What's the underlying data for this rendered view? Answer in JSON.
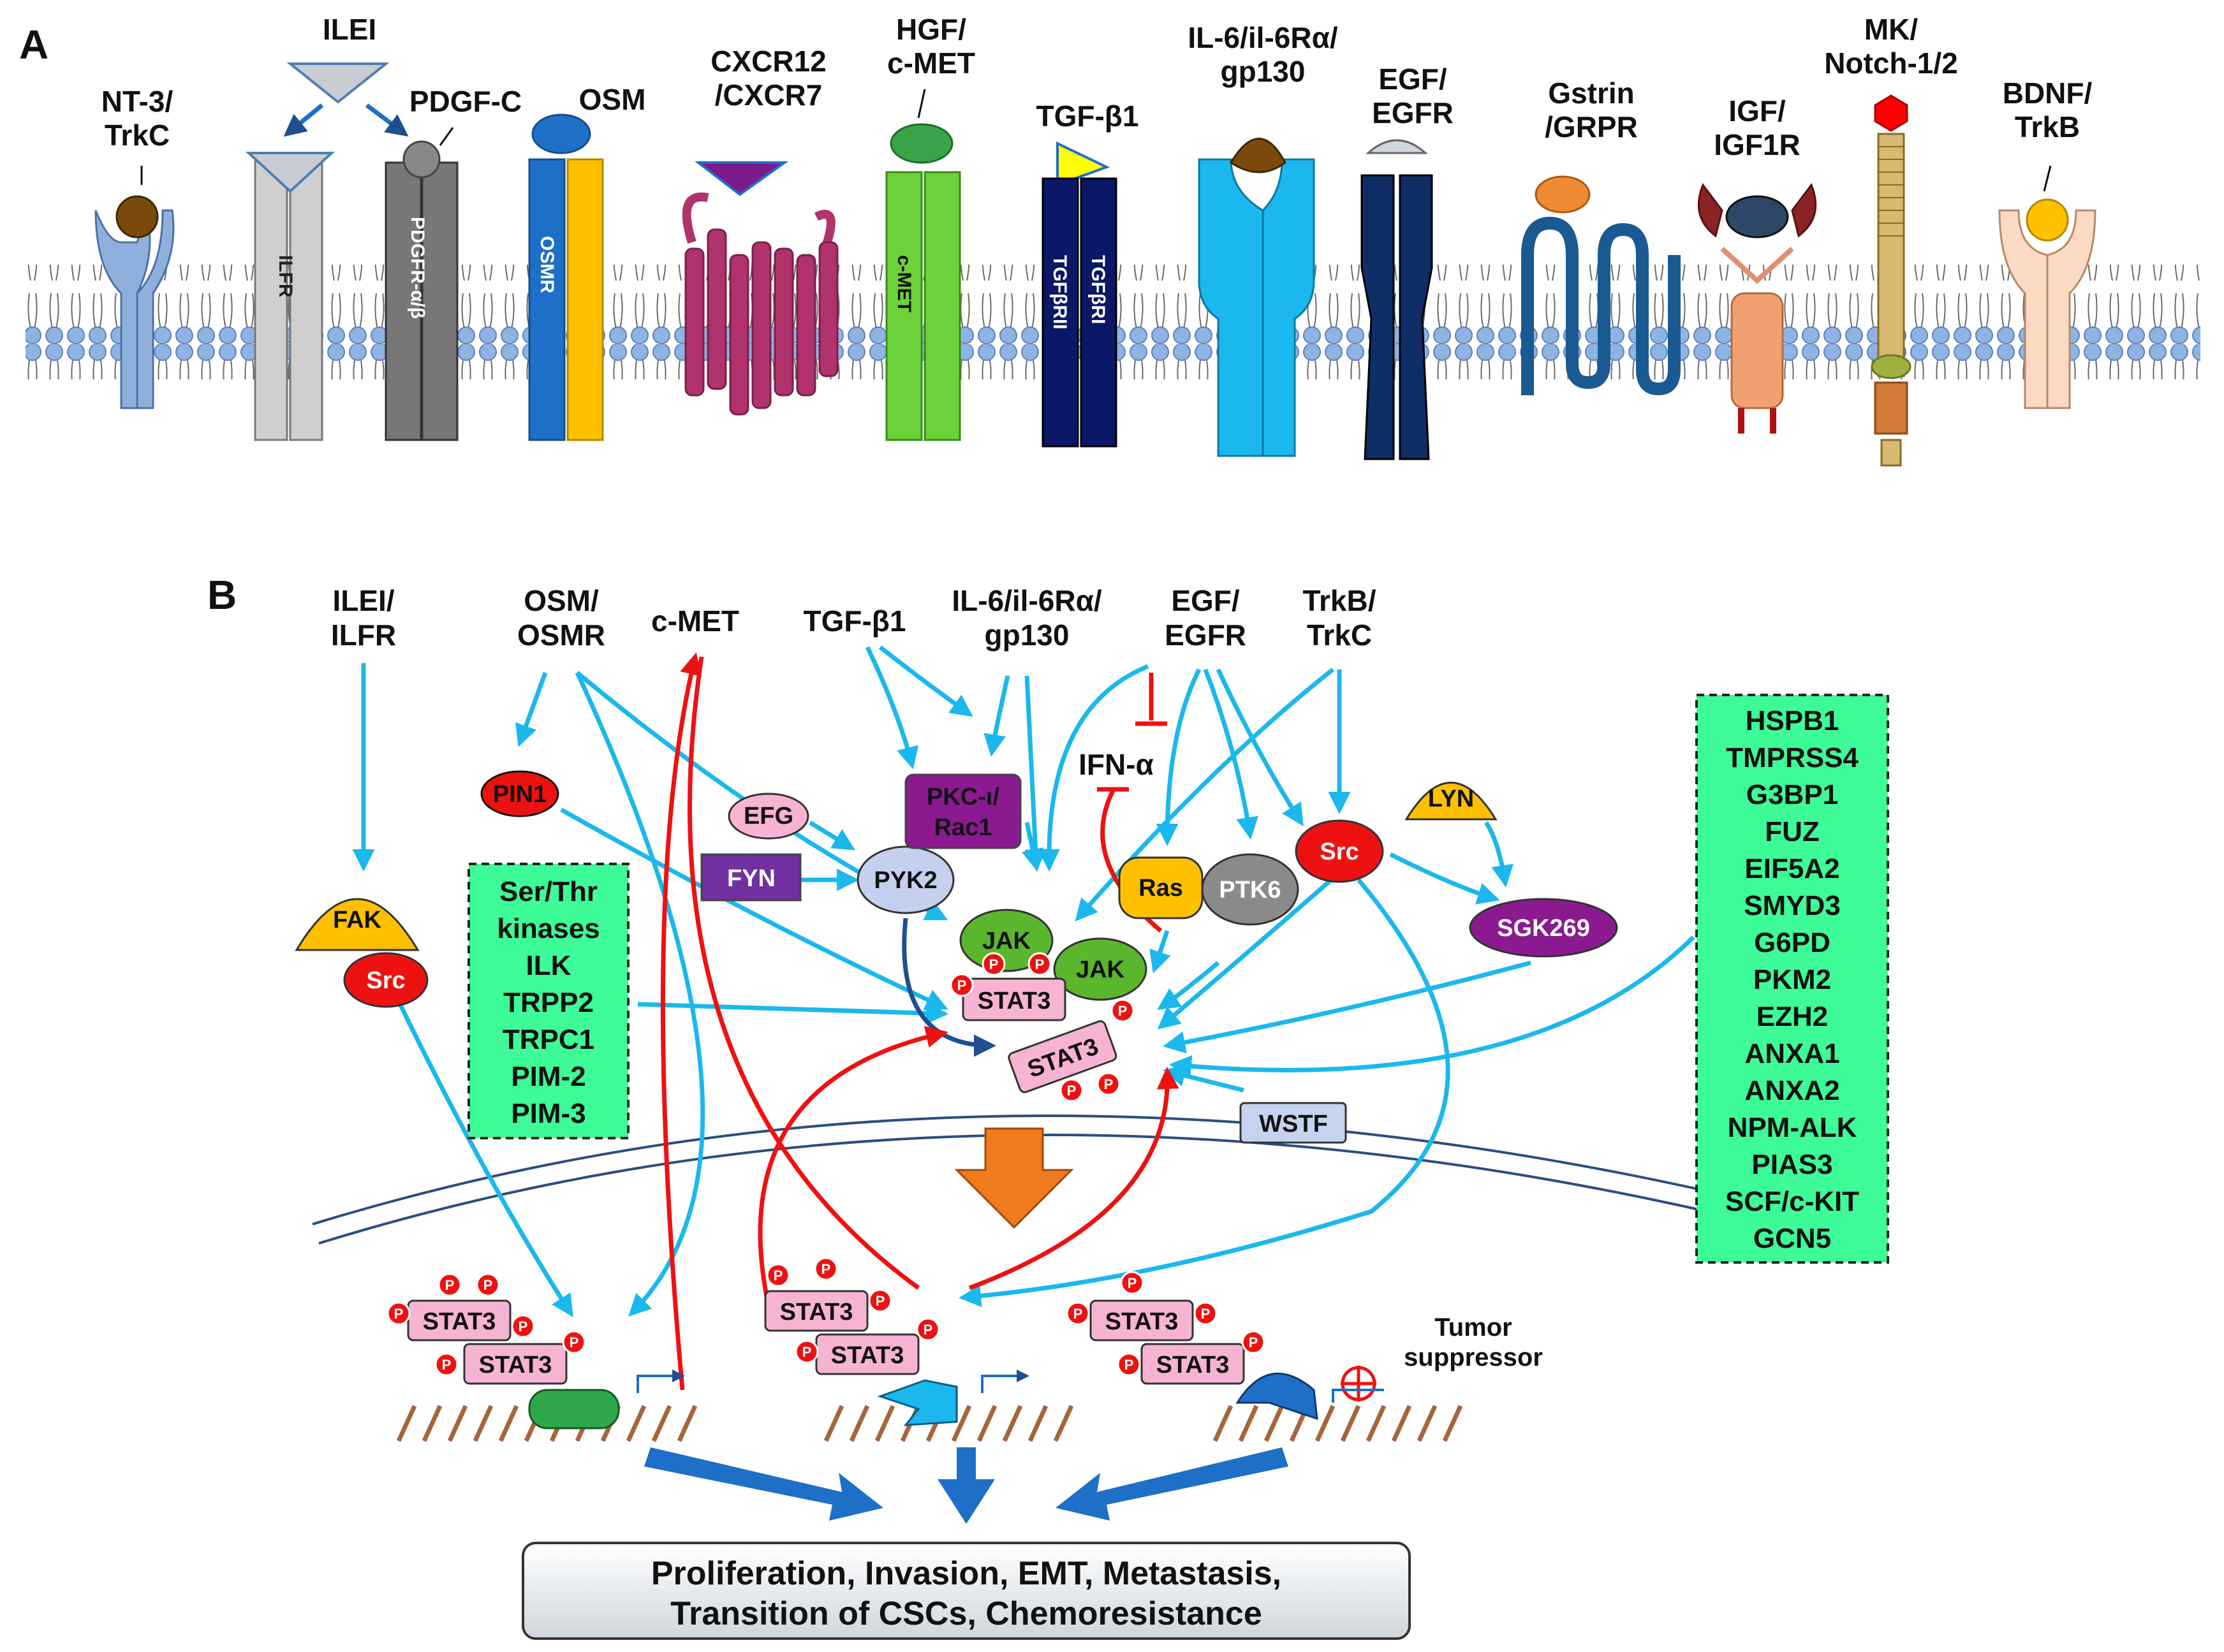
{
  "panel_a": {
    "label": "A",
    "receptors": [
      {
        "key": "ntrk",
        "label1": "NT-3/",
        "label2": "TrkC"
      },
      {
        "key": "ilei",
        "label1": "ILEI",
        "label2": ""
      },
      {
        "key": "pdgfc",
        "label1": "PDGF-C",
        "label2": ""
      },
      {
        "key": "osm",
        "label1": "OSM",
        "label2": ""
      },
      {
        "key": "cxcr",
        "label1": "CXCR12",
        "label2": "/CXCR7"
      },
      {
        "key": "hgf",
        "label1": "HGF/",
        "label2": "c-MET"
      },
      {
        "key": "tgf",
        "label1": "TGF-β1",
        "label2": ""
      },
      {
        "key": "il6",
        "label1": "IL-6/il-6Rα/",
        "label2": "gp130"
      },
      {
        "key": "egf",
        "label1": "EGF/",
        "label2": "EGFR"
      },
      {
        "key": "gstrin",
        "label1": "Gstrin",
        "label2": "/GRPR"
      },
      {
        "key": "igf",
        "label1": "IGF/",
        "label2": "IGF1R"
      },
      {
        "key": "mk",
        "label1": "MK/",
        "label2": "Notch-1/2"
      },
      {
        "key": "bdnf",
        "label1": "BDNF/",
        "label2": "TrkB"
      }
    ],
    "inner_labels": {
      "ilfr": "ILFR",
      "pdgfr": "PDGFR-α/β",
      "osmr": "OSMR",
      "cmet": "c-MET",
      "tgfbr2": "TGFβRII",
      "tgfbr1": "TGFβRI"
    }
  },
  "panel_b": {
    "label": "B",
    "sources": {
      "ilei": [
        "ILEI/",
        "ILFR"
      ],
      "osm": [
        "OSM/",
        "OSMR"
      ],
      "cmet": [
        "c-MET"
      ],
      "tgf": [
        "TGF-β1"
      ],
      "il6": [
        "IL-6/il-6Rα/",
        "gp130"
      ],
      "egf": [
        "EGF/",
        "EGFR"
      ],
      "trk": [
        "TrkB/",
        "TrkC"
      ]
    },
    "nodes": {
      "pin1": "PIN1",
      "efg": "EFG",
      "fyn": "FYN",
      "pyk2": "PYK2",
      "pkc": [
        "PKC-ι/",
        "Rac1"
      ],
      "ifn": "IFN-α",
      "lyn": "LYN",
      "src": "Src",
      "ras": "Ras",
      "ptk6": "PTK6",
      "sgk": "SGK269",
      "fak": "FAK",
      "src2": "Src",
      "jak1": "JAK",
      "jak2": "JAK",
      "stat3": "STAT3",
      "wstf": "WSTF",
      "p": "P"
    },
    "left_box": [
      "Ser/Thr",
      "kinases",
      "ILK",
      "TRPP2",
      "TRPC1",
      "PIM-2",
      "PIM-3"
    ],
    "right_box": [
      "HSPB1",
      "TMPRSS4",
      "G3BP1",
      "FUZ",
      "EIF5A2",
      "SMYD3",
      "G6PD",
      "PKM2",
      "EZH2",
      "ANXA1",
      "ANXA2",
      "NPM-ALK",
      "PIAS3",
      "SCF/c-KIT",
      "GCN5"
    ],
    "tumor_suppressor": [
      "Tumor",
      "suppressor"
    ],
    "outcome": [
      "Proliferation, Invasion, EMT, Metastasis,",
      "Transition of CSCs, Chemoresistance"
    ]
  },
  "colors": {
    "arrow_blue": "#1ab8ec",
    "inhibit_red": "#ee1111",
    "dark_blue": "#1e6fc8",
    "stat3_pink": "#f7b3d3",
    "green_box": "#3dfb96",
    "membrane": "#8fb4e3"
  }
}
